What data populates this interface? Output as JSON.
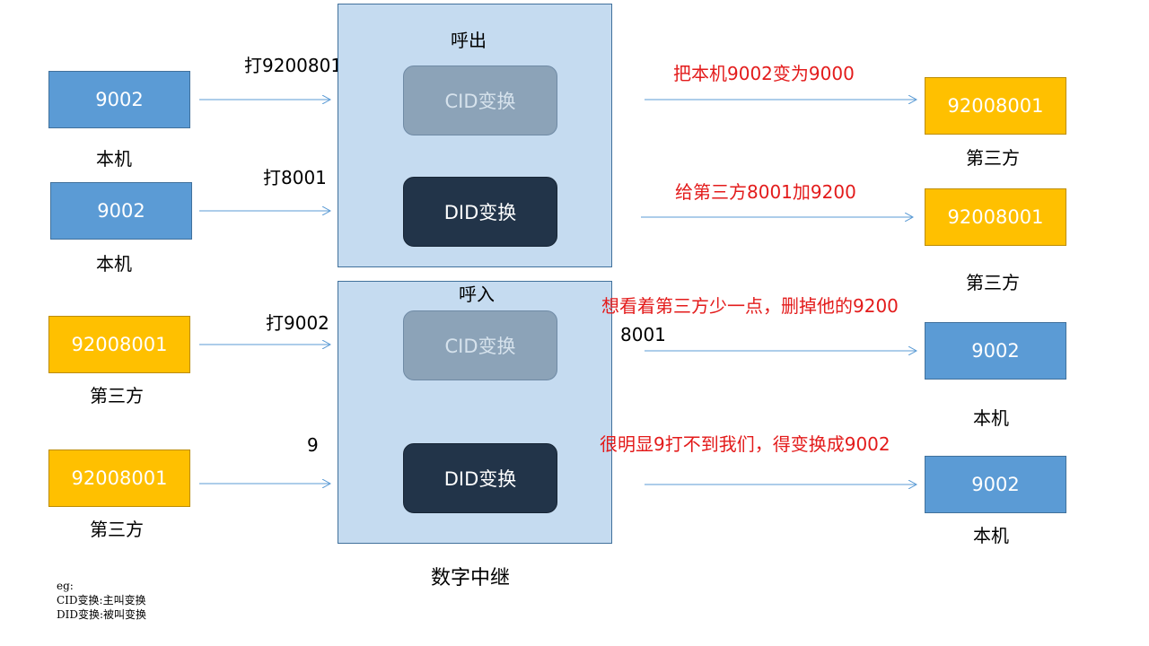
{
  "left": {
    "boxes": [
      {
        "number": "9002",
        "caption": "本机"
      },
      {
        "number": "9002",
        "caption": "本机"
      },
      {
        "number": "92008001",
        "caption": "第三方"
      },
      {
        "number": "92008001",
        "caption": "第三方"
      }
    ],
    "dial_labels": [
      "打9200801",
      "打8001",
      "打9002",
      "9"
    ]
  },
  "trunk": {
    "outbound_title": "呼出",
    "inbound_title": "呼入",
    "cid_label": "CID变换",
    "did_label": "DID变换",
    "caption": "数字中继"
  },
  "right": {
    "notes": [
      "把本机9002变为9000",
      "给第三方8001加9200",
      "想看着第三方少一点，删掉他的9200",
      "很明显9打不到我们，得变换成9002"
    ],
    "extra_label": "8001",
    "boxes": [
      {
        "number": "92008001",
        "caption": "第三方"
      },
      {
        "number": "92008001",
        "caption": "第三方"
      },
      {
        "number": "9002",
        "caption": "本机"
      },
      {
        "number": "9002",
        "caption": "本机"
      }
    ]
  },
  "legend": {
    "line1": "eg:",
    "line2": "CID变换:主叫变换",
    "line3": "DID变换:被叫变换"
  },
  "colors": {
    "local_box": "#5b9bd5",
    "third_party_box": "#ffc000",
    "trunk_panel": "#c5dbf0",
    "cid_pill": "#8ca3b8",
    "did_pill": "#223449",
    "note_text": "#e31b1b",
    "arrow": "#5b9bd5"
  }
}
